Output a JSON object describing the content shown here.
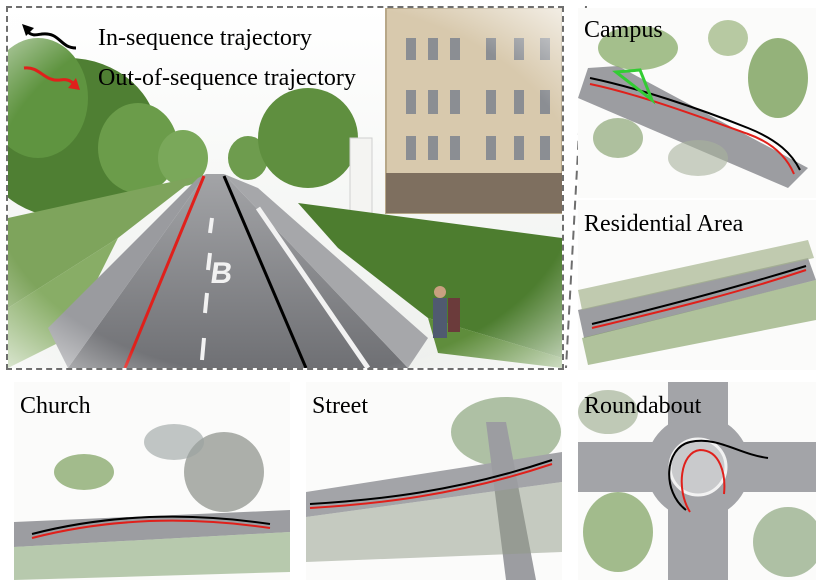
{
  "legend": {
    "in_sequence_label": "In-sequence trajectory",
    "out_of_sequence_label": "Out-of-sequence trajectory",
    "in_sequence_color": "#000000",
    "out_of_sequence_color": "#e0201b",
    "in_sequence_icon": "black-curved-arrow-icon",
    "out_of_sequence_icon": "red-curved-arrow-icon"
  },
  "panels": {
    "campus": "Campus",
    "residential": "Residential Area",
    "church": "Church",
    "street": "Street",
    "roundabout": "Roundabout"
  },
  "colors": {
    "road": "#8f9094",
    "vegetation": "#5d8f3a",
    "sky": "#f3f4f2",
    "building": "#d9cbb0",
    "camera_frustum": "#33cc33",
    "frame_dash": "#6e6e6e"
  }
}
